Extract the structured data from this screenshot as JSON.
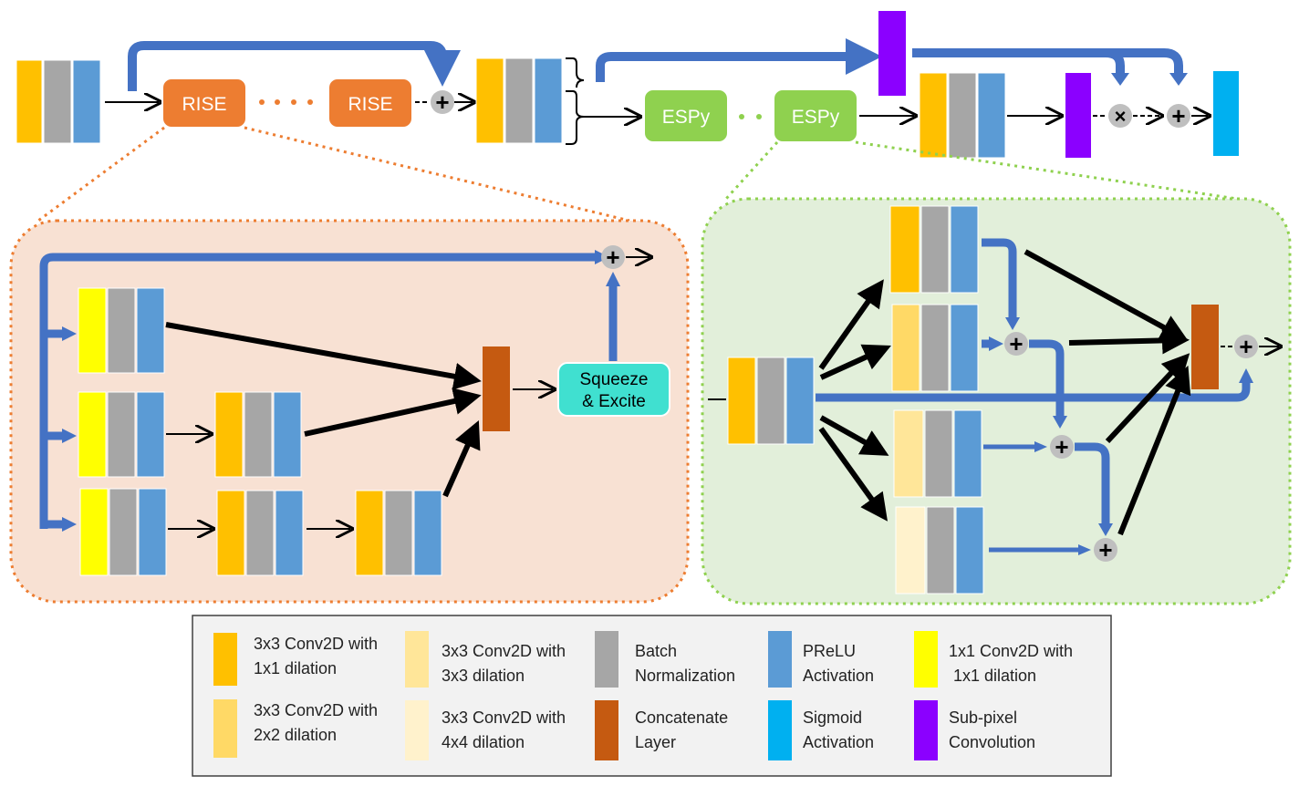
{
  "colors": {
    "conv_1x1_dilation": "#FFC000",
    "conv_2x2_dilation": "#FFD966",
    "conv_3x3_dilation": "#FFE699",
    "conv_4x4_dilation": "#FFF2CC",
    "batch_norm": "#A6A6A6",
    "prelu": "#5B9BD5",
    "conv1x1": "#FFFF00",
    "concat": "#C55A11",
    "sigmoid": "#00B0F0",
    "subpixel": "#8B00FF",
    "rise": "#ED7D31",
    "espy": "#8FD14F",
    "squeeze": "#40E0D0",
    "rise_panel_bg": "#F8E1D3",
    "espy_panel_bg": "#E2EFDA",
    "skip_arrow": "#4472C4",
    "plus_node": "#BFBFBF"
  },
  "top": {
    "rise1": "RISE",
    "rise2": "RISE",
    "espy1": "ESPy",
    "espy2": "ESPy",
    "plus": "+",
    "times": "×"
  },
  "rise_block": {
    "squeeze_line1": "Squeeze",
    "squeeze_line2": "& Excite",
    "plus": "+"
  },
  "espy_block": {
    "plus": "+"
  },
  "legend": {
    "items": [
      {
        "line1": "3x3 Conv2D with",
        "line2": "1x1 dilation",
        "color": "#FFC000"
      },
      {
        "line1": "3x3 Conv2D with",
        "line2": "2x2 dilation",
        "color": "#FFD966"
      },
      {
        "line1": "3x3 Conv2D with",
        "line2": "3x3 dilation",
        "color": "#FFE699"
      },
      {
        "line1": "3x3 Conv2D with",
        "line2": "4x4 dilation",
        "color": "#FFF2CC"
      },
      {
        "line1": "Batch",
        "line2": "Normalization",
        "color": "#A6A6A6"
      },
      {
        "line1": "Concatenate",
        "line2": "Layer",
        "color": "#C55A11"
      },
      {
        "line1": "PReLU",
        "line2": "Activation",
        "color": "#5B9BD5"
      },
      {
        "line1": "Sigmoid",
        "line2": "Activation",
        "color": "#00B0F0"
      },
      {
        "line1": "1x1 Conv2D with",
        "line2": " 1x1 dilation",
        "color": "#FFFF00"
      },
      {
        "line1": "Sub-pixel",
        "line2": "Convolution",
        "color": "#8B00FF"
      }
    ]
  }
}
